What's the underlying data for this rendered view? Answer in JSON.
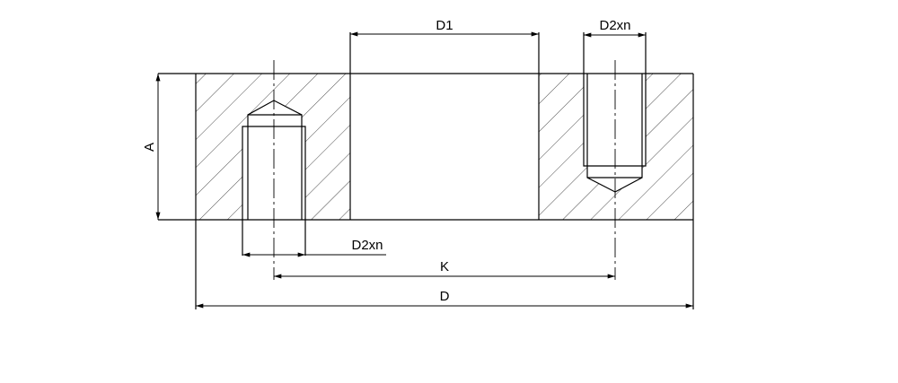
{
  "drawing": {
    "labels": {
      "d1": "D1",
      "d2xn_top": "D2xn",
      "d2xn_bottom": "D2xn",
      "a": "A",
      "k": "K",
      "d": "D"
    },
    "colors": {
      "line": "#000000",
      "background": "#ffffff"
    }
  }
}
